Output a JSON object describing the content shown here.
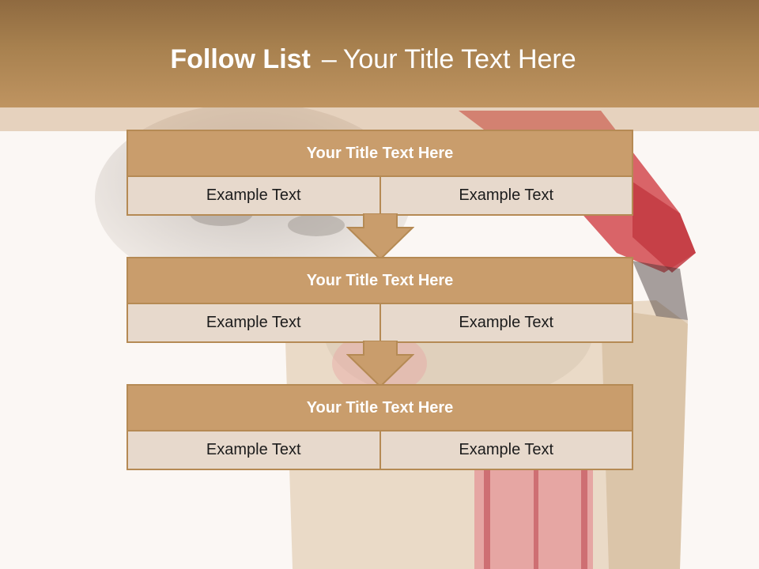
{
  "slide": {
    "title_bold": "Follow List",
    "title_separator": "–",
    "title_rest": "Your Title Text Here"
  },
  "blocks": [
    {
      "title": "Your Title Text Here",
      "left": "Example Text",
      "right": "Example Text"
    },
    {
      "title": "Your Title Text Here",
      "left": "Example Text",
      "right": "Example Text"
    },
    {
      "title": "Your Title Text Here",
      "left": "Example Text",
      "right": "Example Text"
    }
  ],
  "colors": {
    "header": "#a8814f",
    "block_title": "#c99d6c",
    "block_cell": "#e7d9cc",
    "border": "#b58a54",
    "background": "#fbf7f4"
  },
  "background_image": "kitten-in-gift-box-illustration"
}
